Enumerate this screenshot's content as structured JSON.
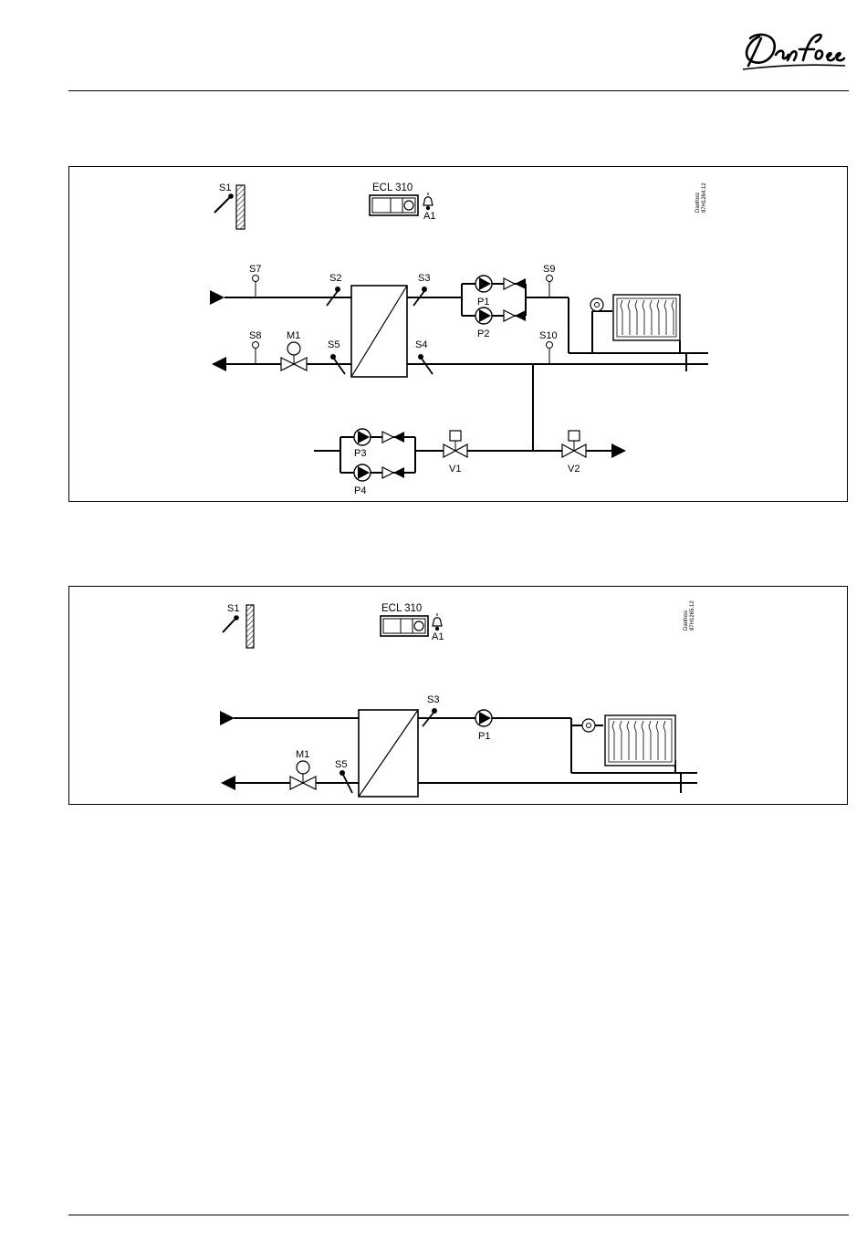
{
  "brand": {
    "logo_text": "Danfoss"
  },
  "diagram1": {
    "controller_label": "ECL 310",
    "drawing_code": [
      "Danfoss",
      "87H1264.12"
    ],
    "labels": {
      "S1": "S1",
      "A1": "A1",
      "S7": "S7",
      "S2": "S2",
      "S3": "S3",
      "S9": "S9",
      "P1": "P1",
      "P2": "P2",
      "S8": "S8",
      "M1": "M1",
      "S5": "S5",
      "S4": "S4",
      "S10": "S10",
      "P3": "P3",
      "P4": "P4",
      "V1": "V1",
      "V2": "V2"
    }
  },
  "diagram2": {
    "controller_label": "ECL 310",
    "drawing_code": [
      "Danfoss",
      "87H1265.12"
    ],
    "labels": {
      "S1": "S1",
      "A1": "A1",
      "S3": "S3",
      "P1": "P1",
      "M1": "M1",
      "S5": "S5"
    }
  }
}
